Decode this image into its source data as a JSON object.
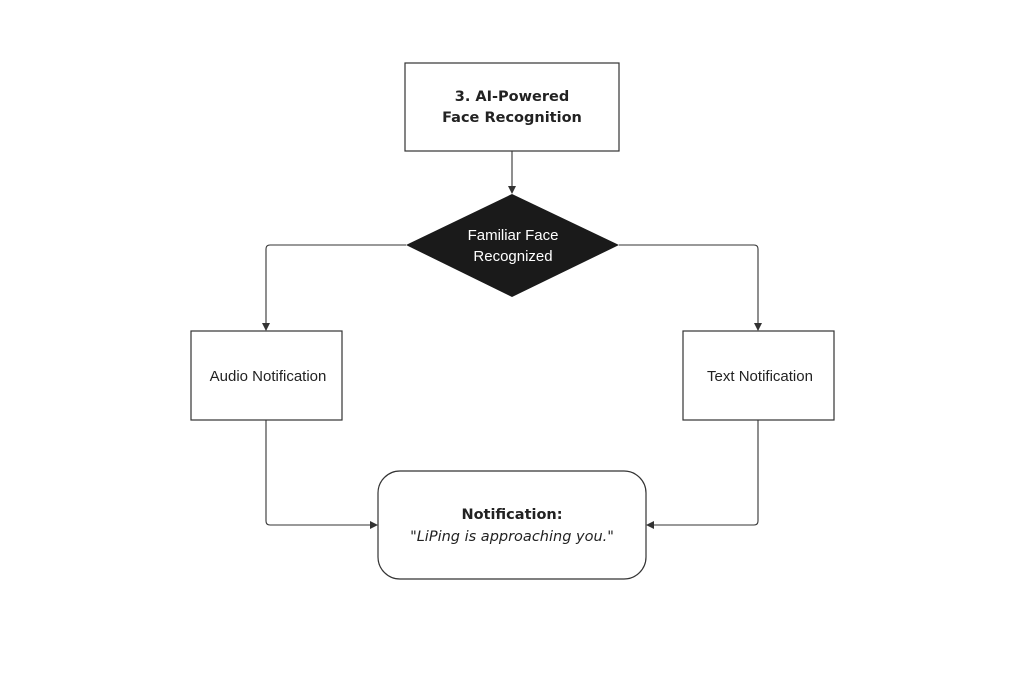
{
  "nodes": {
    "face_recognition": {
      "line1": "3. AI-Powered",
      "line2": "Face Recognition"
    },
    "decision": {
      "line1": "Familiar Face",
      "line2": "Recognized"
    },
    "audio": {
      "label": "Audio Notification"
    },
    "text": {
      "label": "Text Notification"
    },
    "notification": {
      "title": "Notification:",
      "message": "\"LiPing is approaching you.\""
    }
  },
  "colors": {
    "decision_fill": "#1a1a1a",
    "stroke": "#333333"
  }
}
